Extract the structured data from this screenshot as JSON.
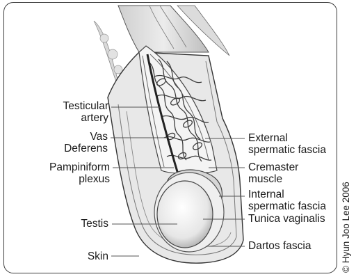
{
  "labels": {
    "testicular_artery": [
      "Testicular",
      "artery"
    ],
    "vas_deferens": [
      "Vas",
      "Deferens"
    ],
    "pampiniform_plexus": [
      "Pampiniform",
      "plexus"
    ],
    "testis": "Testis",
    "skin": "Skin",
    "external_spermatic_fascia": [
      "External",
      "spermatic fascia"
    ],
    "cremaster_muscle": [
      "Cremaster",
      "muscle"
    ],
    "internal_spermatic_fascia": [
      "Internal",
      "spermatic fascia"
    ],
    "tunica_vaginalis": "Tunica vaginalis",
    "dartos_fascia": "Dartos fascia"
  },
  "credit": "© Hyun Joo Lee 2006"
}
